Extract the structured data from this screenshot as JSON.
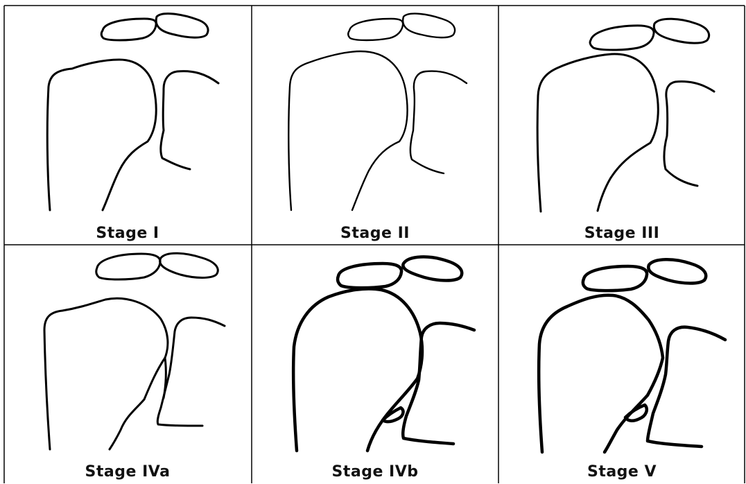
{
  "figure": {
    "panels": [
      {
        "label": "Stage I"
      },
      {
        "label": "Stage II"
      },
      {
        "label": "Stage III"
      },
      {
        "label": "Stage IVa"
      },
      {
        "label": "Stage IVb"
      },
      {
        "label": "Stage V"
      }
    ]
  },
  "colors": {
    "line": "#000000",
    "background": "#ffffff"
  }
}
